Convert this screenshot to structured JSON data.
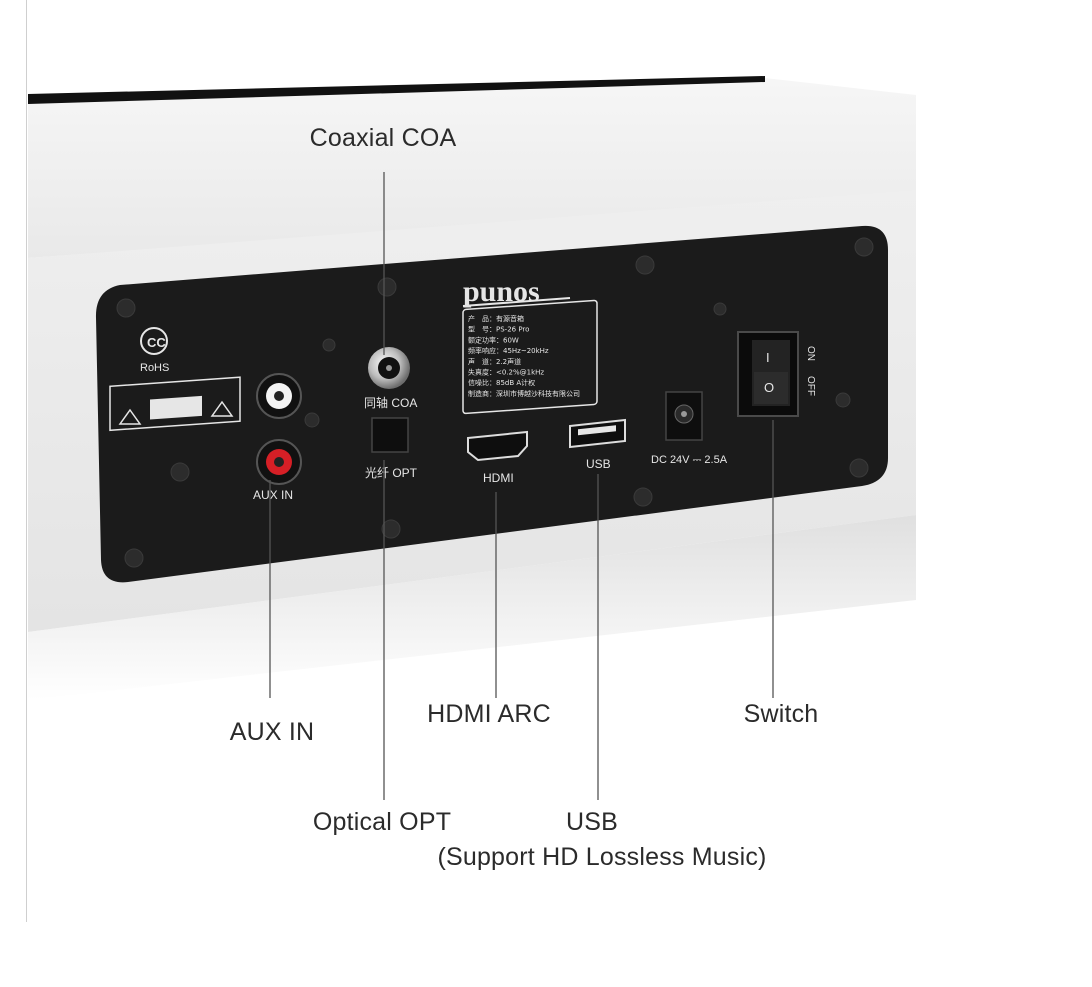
{
  "callouts": {
    "coaxial": "Coaxial COA",
    "aux_in": "AUX IN",
    "hdmi_arc": "HDMI ARC",
    "switch": "Switch",
    "optical": "Optical OPT",
    "usb": "USB",
    "usb_note": "(Support HD Lossless Music)"
  },
  "panel": {
    "brand": "punos",
    "rohs": "RoHS",
    "port_coa": "同轴 COA",
    "port_opt": "光纤 OPT",
    "port_aux": "AUX IN",
    "port_hdmi": "HDMI",
    "port_usb": "USB",
    "port_dc": "DC 24V ⎓ 2.5A",
    "switch_on": "ON",
    "switch_off": "OFF",
    "switch_i": "I",
    "switch_o": "O",
    "spec_lines": [
      "产　品：有源音箱",
      "型　号：PS-26 Pro",
      "额定功率：60W",
      "频率响应：45Hz~20kHz",
      "声　道：2.2声道",
      "失真度：<0.2%@1kHz",
      "信噪比：85dB A计权",
      "制造商：深圳市博越沙科技有限公司"
    ]
  },
  "colors": {
    "panel": "#1b1b1b",
    "body_white": "#f1f1f1",
    "rca_red": "#d61f26",
    "label_text": "#2b2b2b"
  }
}
